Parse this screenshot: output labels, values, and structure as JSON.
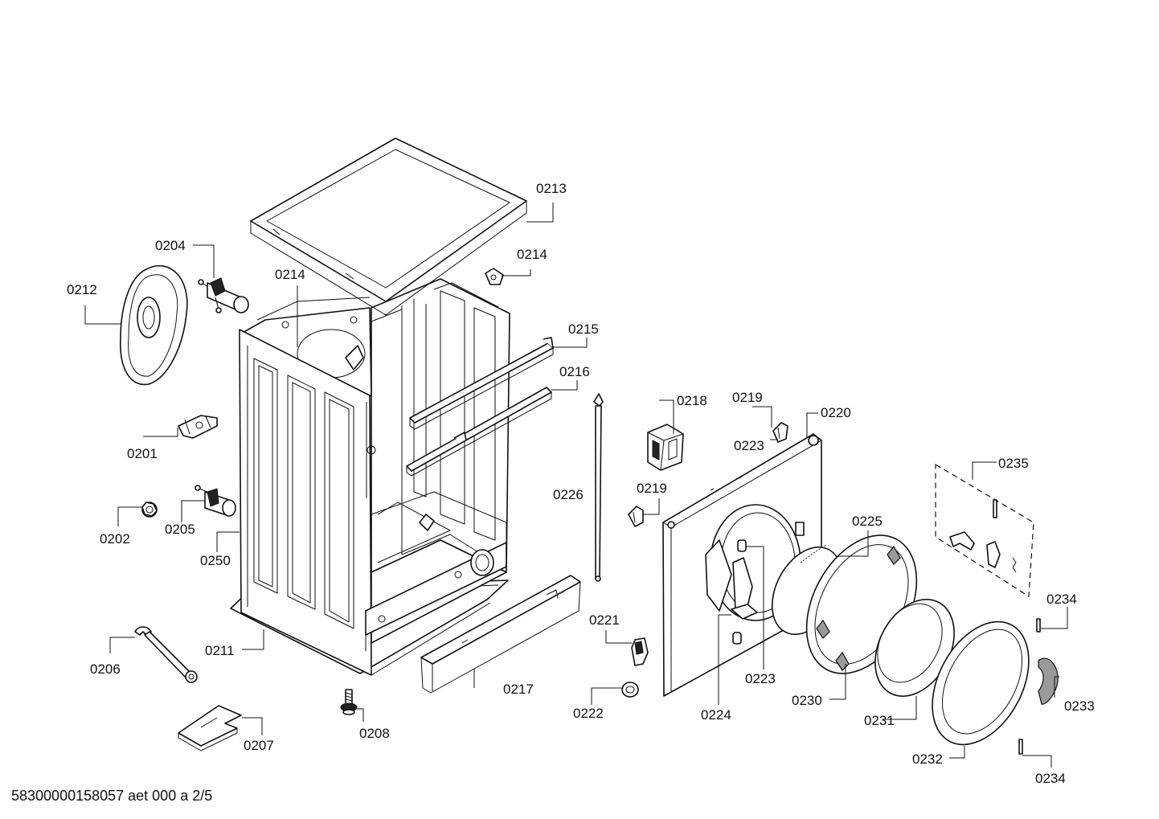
{
  "parts": [
    {
      "id": "p0213",
      "number": "0213"
    },
    {
      "id": "p0214a",
      "number": "0214"
    },
    {
      "id": "p0214b",
      "number": "0214"
    },
    {
      "id": "p0204",
      "number": "0204"
    },
    {
      "id": "p0212",
      "number": "0212"
    },
    {
      "id": "p0215",
      "number": "0215"
    },
    {
      "id": "p0216",
      "number": "0216"
    },
    {
      "id": "p0201",
      "number": "0201"
    },
    {
      "id": "p0226",
      "number": "0226"
    },
    {
      "id": "p0218",
      "number": "0218"
    },
    {
      "id": "p0219a",
      "number": "0219"
    },
    {
      "id": "p0223a",
      "number": "0223"
    },
    {
      "id": "p0220",
      "number": "0220"
    },
    {
      "id": "p0235",
      "number": "0235"
    },
    {
      "id": "p0219b",
      "number": "0219"
    },
    {
      "id": "p0202",
      "number": "0202"
    },
    {
      "id": "p0205",
      "number": "0205"
    },
    {
      "id": "p0250",
      "number": "0250"
    },
    {
      "id": "p0225",
      "number": "0225"
    },
    {
      "id": "p0221",
      "number": "0221"
    },
    {
      "id": "p0234a",
      "number": "0234"
    },
    {
      "id": "p0206",
      "number": "0206"
    },
    {
      "id": "p0211",
      "number": "0211"
    },
    {
      "id": "p0223b",
      "number": "0223"
    },
    {
      "id": "p0217",
      "number": "0217"
    },
    {
      "id": "p0222",
      "number": "0222"
    },
    {
      "id": "p0224",
      "number": "0224"
    },
    {
      "id": "p0230",
      "number": "0230"
    },
    {
      "id": "p0233",
      "number": "0233"
    },
    {
      "id": "p0231",
      "number": "0231"
    },
    {
      "id": "p0208",
      "number": "0208"
    },
    {
      "id": "p0207",
      "number": "0207"
    },
    {
      "id": "p0232",
      "number": "0232"
    },
    {
      "id": "p0234b",
      "number": "0234"
    }
  ],
  "footer": "58300000158057 aet 000 a 2/5"
}
